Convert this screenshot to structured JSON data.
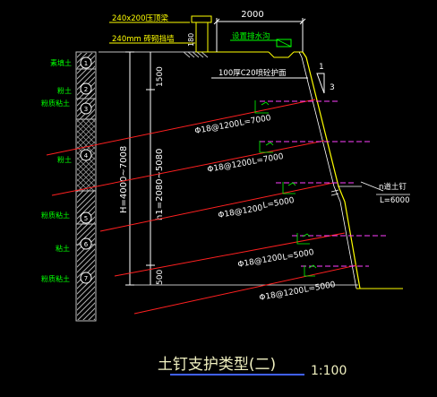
{
  "drawing": {
    "colors": {
      "background": "#000000",
      "yellow": "#ffff00",
      "green": "#00ff00",
      "white": "#ffffff",
      "red": "#ff2020",
      "magenta": "#ff40ff",
      "cyan": "#00ffff",
      "blue": "#4060ff",
      "pale": "#f0f0c0"
    },
    "top_notes": {
      "beam": "240x200压顶梁",
      "wall": "240mm 砖砌挡墙",
      "dim_180": "180",
      "top_width": "2000",
      "gutter": "设置排水沟",
      "shotcrete": "100厚C20喷砼护面"
    },
    "slope_ratio": {
      "rise": "1",
      "run": "3"
    },
    "heights": {
      "total": "H=4000~7008",
      "mid": "h1=2080~5080",
      "top_offset": "1500",
      "bottom_offset": "500"
    },
    "soil_layers": [
      {
        "num": "1",
        "label": "素填土"
      },
      {
        "num": "2",
        "label": "粉土"
      },
      {
        "num": "3",
        "label": "粉质粘土"
      },
      {
        "num": "4",
        "label": "粉土"
      },
      {
        "num": "5",
        "label": "粉质粘土"
      },
      {
        "num": "6",
        "label": "粘土"
      },
      {
        "num": "7",
        "label": "粉质粘土"
      }
    ],
    "nails": [
      {
        "spec": "Φ18@1200",
        "length": "L=7000"
      },
      {
        "spec": "Φ18@1200",
        "length": "L=7000"
      },
      {
        "spec": "Φ18@1200",
        "length": "L=5000"
      },
      {
        "spec": "Φ18@1200",
        "length": "L=5000"
      },
      {
        "spec": "Φ18@1200",
        "length": "L=5000"
      }
    ],
    "side_note": {
      "line1": "n道土钉",
      "line2": "L=6000"
    },
    "title": "土钉支护类型(二)",
    "scale": "1:100"
  }
}
